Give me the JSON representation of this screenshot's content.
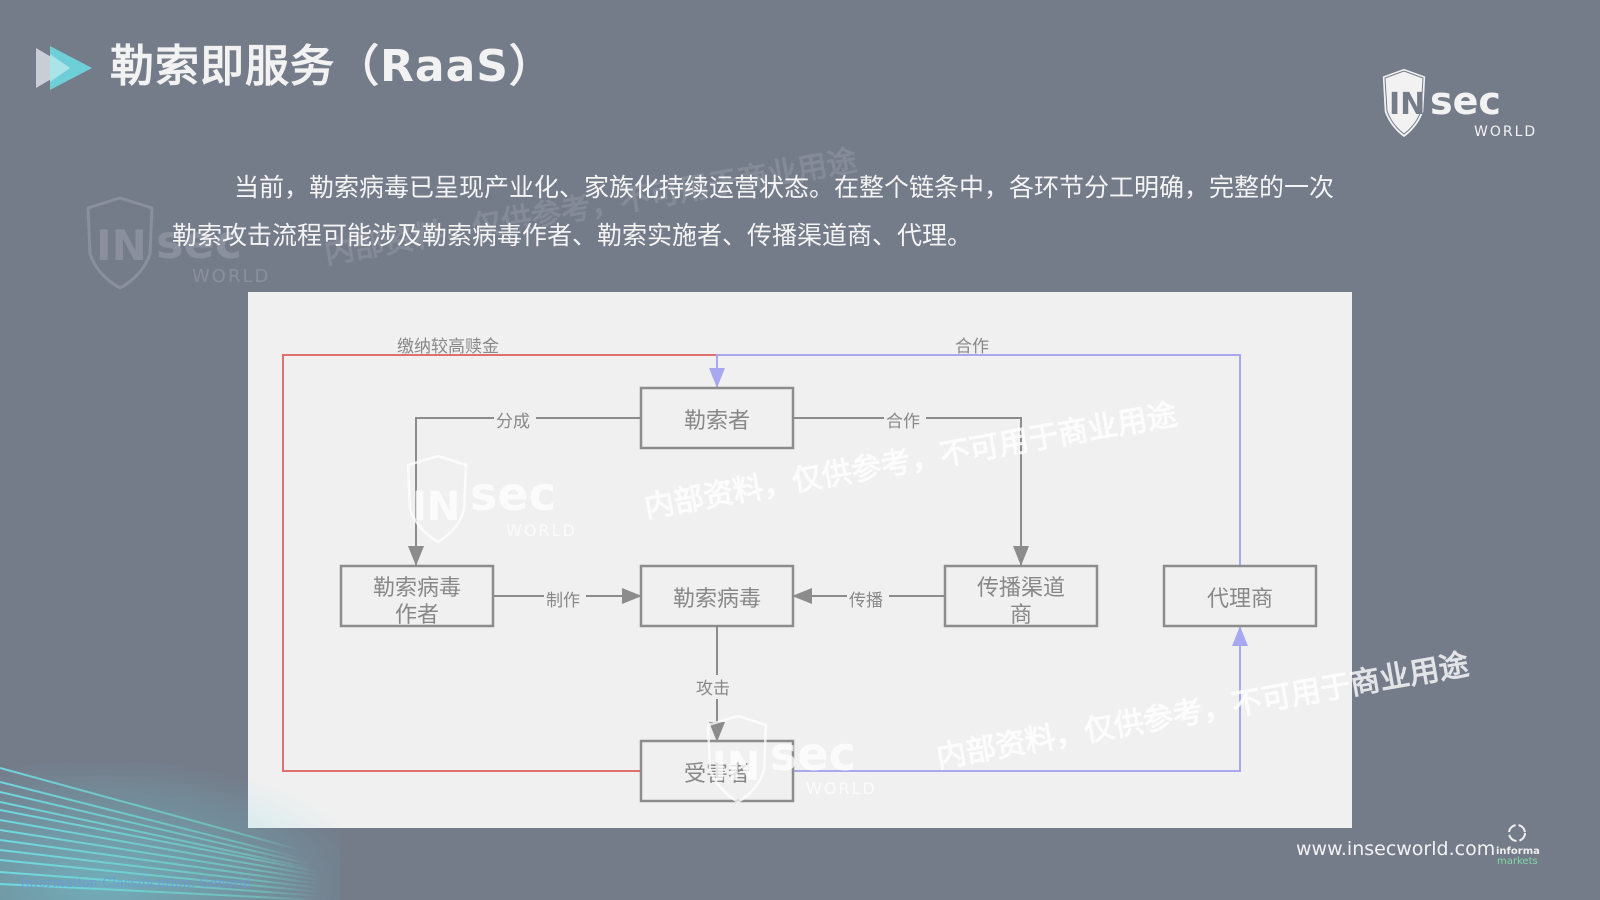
{
  "slide": {
    "title": "勒索即服务（RaaS）",
    "paragraph_line1": "当前，勒索病毒已呈现产业化、家族化持续运营状态。在整个链条中，各环节分工明确，完整的一次",
    "paragraph_line2": "勒索攻击流程可能涉及勒索病毒作者、勒索实施者、传播渠道商、代理。",
    "logo": {
      "in": "IN",
      "sec": "sec",
      "world": "WORLD"
    },
    "watermark_text": "内部资料，仅供参考，不可用于商业用途",
    "footer_url": "www.insecworld.com",
    "informa": {
      "line1": "informa",
      "line2": "markets"
    },
    "classification": "Information Classification: General",
    "colors": {
      "background": "#747b89",
      "accent_cyan": "#6fd6e0",
      "red_edge": "#e07070",
      "blue_edge": "#a8a8f0",
      "node_stroke": "#8c8c8c"
    }
  },
  "diagram": {
    "nodes": {
      "extortioner": "勒索者",
      "author_line1": "勒索病毒",
      "author_line2": "作者",
      "ransomware": "勒索病毒",
      "channel_line1": "传播渠道",
      "channel_line2": "商",
      "agent": "代理商",
      "victim": "受害者"
    },
    "edges": {
      "pay_ransom": "缴纳较高赎金",
      "cooperate_top": "合作",
      "share": "分成",
      "cooperate_mid": "合作",
      "make": "制作",
      "spread": "传播",
      "attack": "攻击"
    }
  }
}
